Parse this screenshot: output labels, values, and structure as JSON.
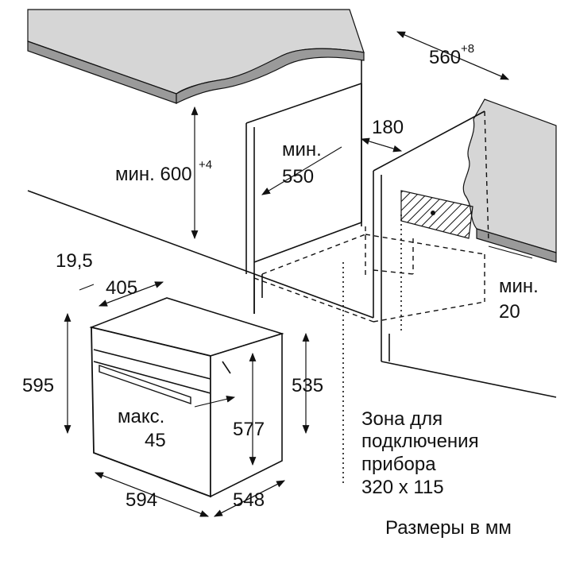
{
  "labels": {
    "niche_width": "560",
    "niche_width_tol": "+8",
    "gap_180": "180",
    "min_depth_prefix": "мин.",
    "min_depth": "550",
    "min_height": "мин. 600",
    "min_height_tol": "+4",
    "panel_offset": "19,5",
    "inner_depth": "405",
    "oven_height": "595",
    "handle_prefix": "макс.",
    "handle_depth": "45",
    "body_height": "577",
    "front_height": "535",
    "oven_width": "594",
    "oven_depth": "548",
    "min_gap_prefix": "мин.",
    "min_gap": "20",
    "zone_lines": [
      "Зона для",
      "подключения",
      "прибора",
      "320 x 115"
    ],
    "units": "Размеры в мм"
  },
  "colors": {
    "countertop_top": "#d6d6d6",
    "countertop_edge": "#9a9a9a",
    "line": "#111111"
  }
}
